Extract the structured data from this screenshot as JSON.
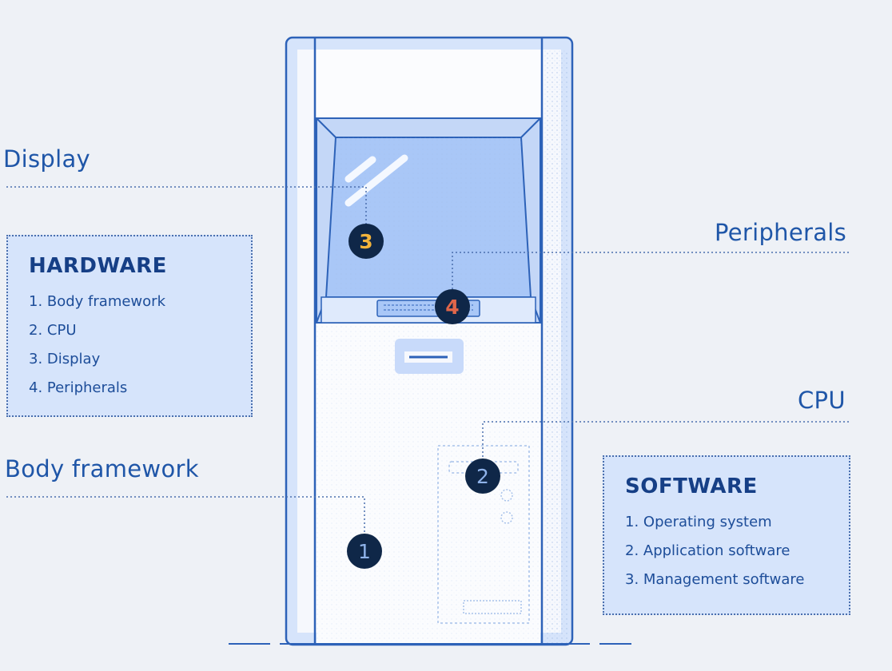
{
  "colors": {
    "background": "#eef1f6",
    "accent": "#1f56a8",
    "marker": "#0f2748",
    "screen": "#a9c7f7",
    "panel": "#d6e4fb"
  },
  "callouts": {
    "display": "Display",
    "peripherals": "Peripherals",
    "cpu": "CPU",
    "body": "Body framework"
  },
  "markers": {
    "m1": "1",
    "m2": "2",
    "m3": "3",
    "m4": "4"
  },
  "hardware": {
    "title": "HARDWARE",
    "items": [
      "1. Body framework",
      "2. CPU",
      "3. Display",
      "4. Peripherals"
    ]
  },
  "software": {
    "title": "SOFTWARE",
    "items": [
      "1. Operating system",
      "2. Application software",
      "3. Management software"
    ]
  }
}
